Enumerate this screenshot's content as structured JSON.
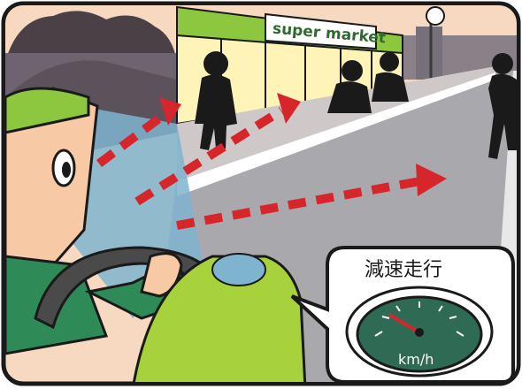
{
  "store": {
    "sign_text": "super market"
  },
  "bubble": {
    "label": "減速走行"
  },
  "speedometer": {
    "unit": "km/h"
  },
  "colors": {
    "frame": "#1a1a1a",
    "sky": "#f6d9c0",
    "road": "#a9a9ad",
    "wall": "#6e6470",
    "store_green": "#8dc63f",
    "store_glow": "#fff4b8",
    "car_green": "#a8d23c",
    "windshield": "#7fb4cf",
    "arrow_red": "#d6262c",
    "gauge_face": "#2f6a55",
    "bubble_fill": "#ffffff"
  },
  "icons": {
    "arrows": "dashed-arrow-icon",
    "pedestrians": "pedestrian-silhouette-icon",
    "gauge": "speedometer-icon"
  }
}
